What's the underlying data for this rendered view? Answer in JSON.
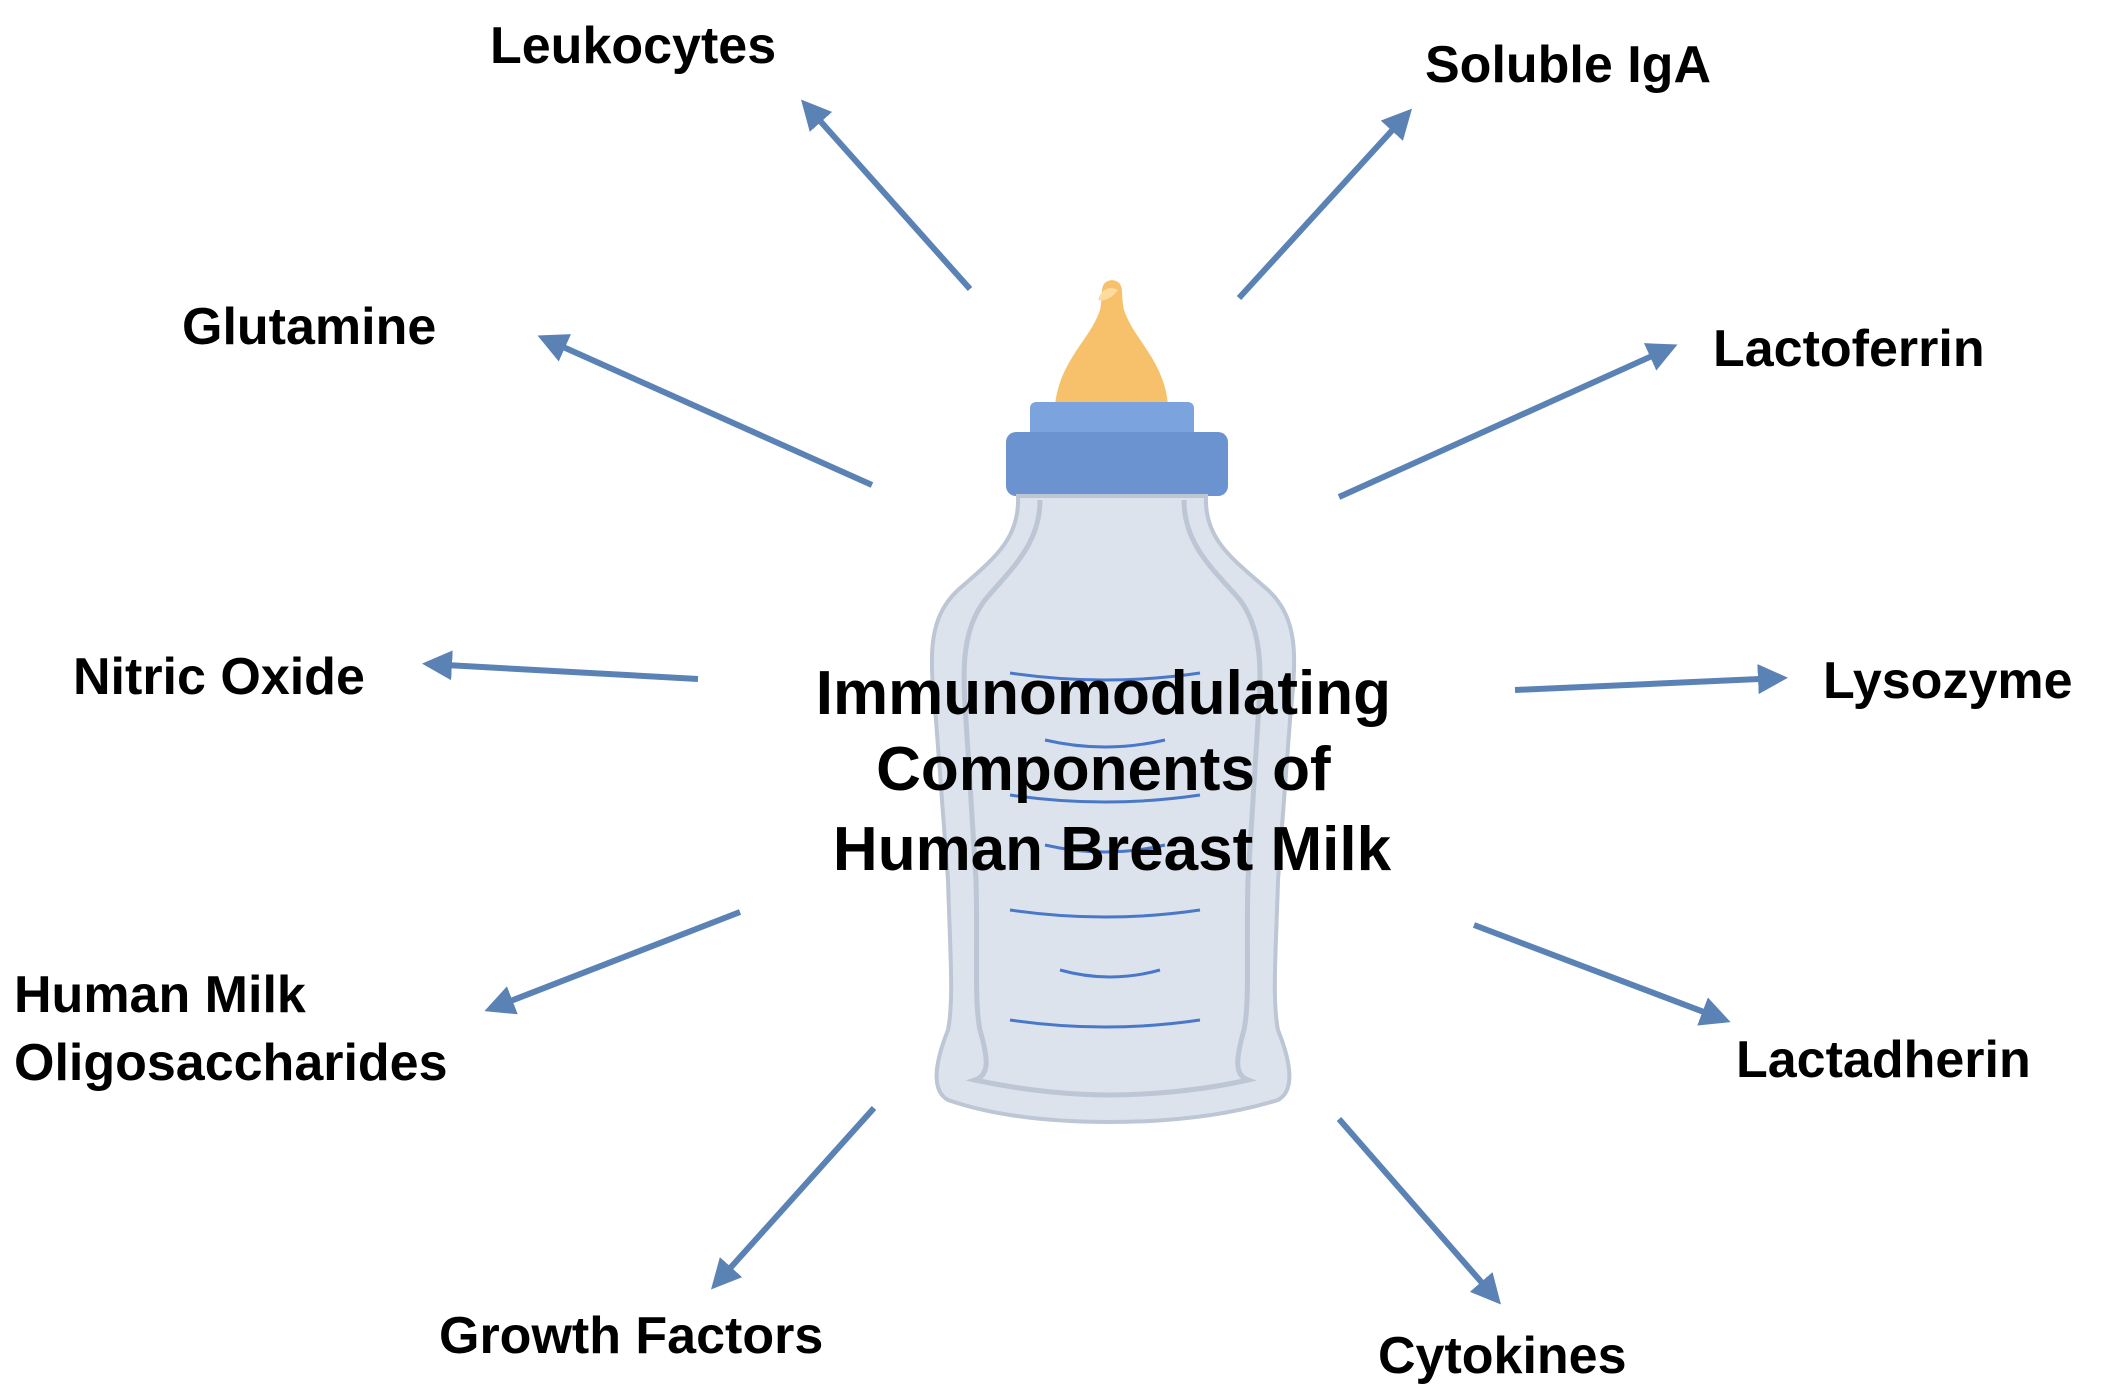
{
  "center": {
    "title_lines": [
      "Immunomodulating",
      "Components of",
      "Human Breast Milk"
    ]
  },
  "components": [
    {
      "id": "leukocytes",
      "lines": [
        "Leukocytes"
      ]
    },
    {
      "id": "soluble-iga",
      "lines": [
        "Soluble IgA"
      ]
    },
    {
      "id": "glutamine",
      "lines": [
        "Glutamine"
      ]
    },
    {
      "id": "lactoferrin",
      "lines": [
        "Lactoferrin"
      ]
    },
    {
      "id": "nitric-oxide",
      "lines": [
        "Nitric Oxide"
      ]
    },
    {
      "id": "lysozyme",
      "lines": [
        "Lysozyme"
      ]
    },
    {
      "id": "human-milk-oligosaccharides",
      "lines": [
        "Human Milk",
        "Oligosaccharides"
      ]
    },
    {
      "id": "lactadherin",
      "lines": [
        "Lactadherin"
      ]
    },
    {
      "id": "growth-factors",
      "lines": [
        "Growth Factors"
      ]
    },
    {
      "id": "cytokines",
      "lines": [
        "Cytokines"
      ]
    }
  ],
  "colors": {
    "arrow": "#5b82b5",
    "bottle_body": "#dde3ec",
    "bottle_outline": "#bcc6d4",
    "bottle_lines": "#4a78c8",
    "cap": "#7ba3dd",
    "cap_dark": "#6a93cf",
    "nipple": "#f7c06a",
    "nipple_highlight": "#fbdc9e",
    "text": "#000000"
  }
}
